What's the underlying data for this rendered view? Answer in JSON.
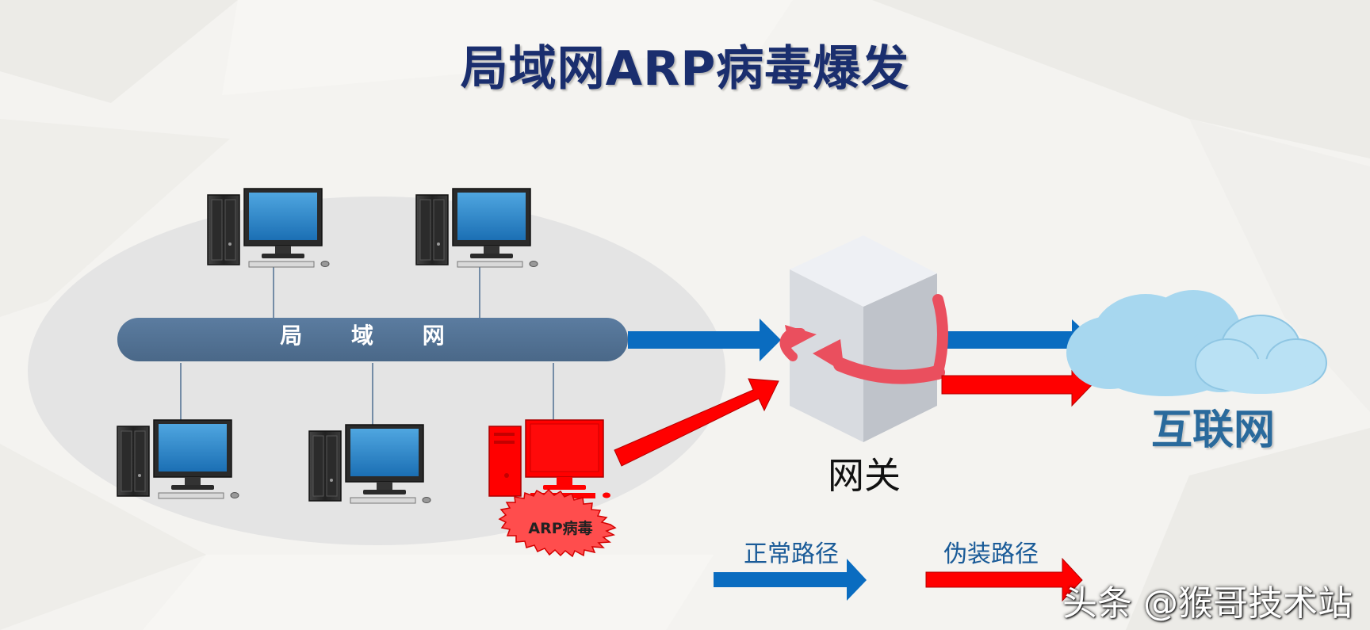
{
  "title": "局域网ARP病毒爆发",
  "lan": {
    "label": "局 域 网"
  },
  "gateway": {
    "label": "网关"
  },
  "internet": {
    "label": "互联网"
  },
  "infected_pc": {
    "badge": "ARP病毒"
  },
  "legend": {
    "normal_path": "正常路径",
    "spoofed_path": "伪装路径"
  },
  "watermark": "头条 @猴哥技术站",
  "colors": {
    "title": "#1a2e6e",
    "lan_bus": "#4f6f91",
    "normal_arrow": "#0a6cc0",
    "spoofed_arrow": "#ff0000",
    "internet_text": "#2a6a9c",
    "cloud": "#a7d7ef"
  },
  "icons": [
    "desktop-computer-icon",
    "server-box-icon",
    "cloud-icon",
    "starburst-badge-icon"
  ]
}
